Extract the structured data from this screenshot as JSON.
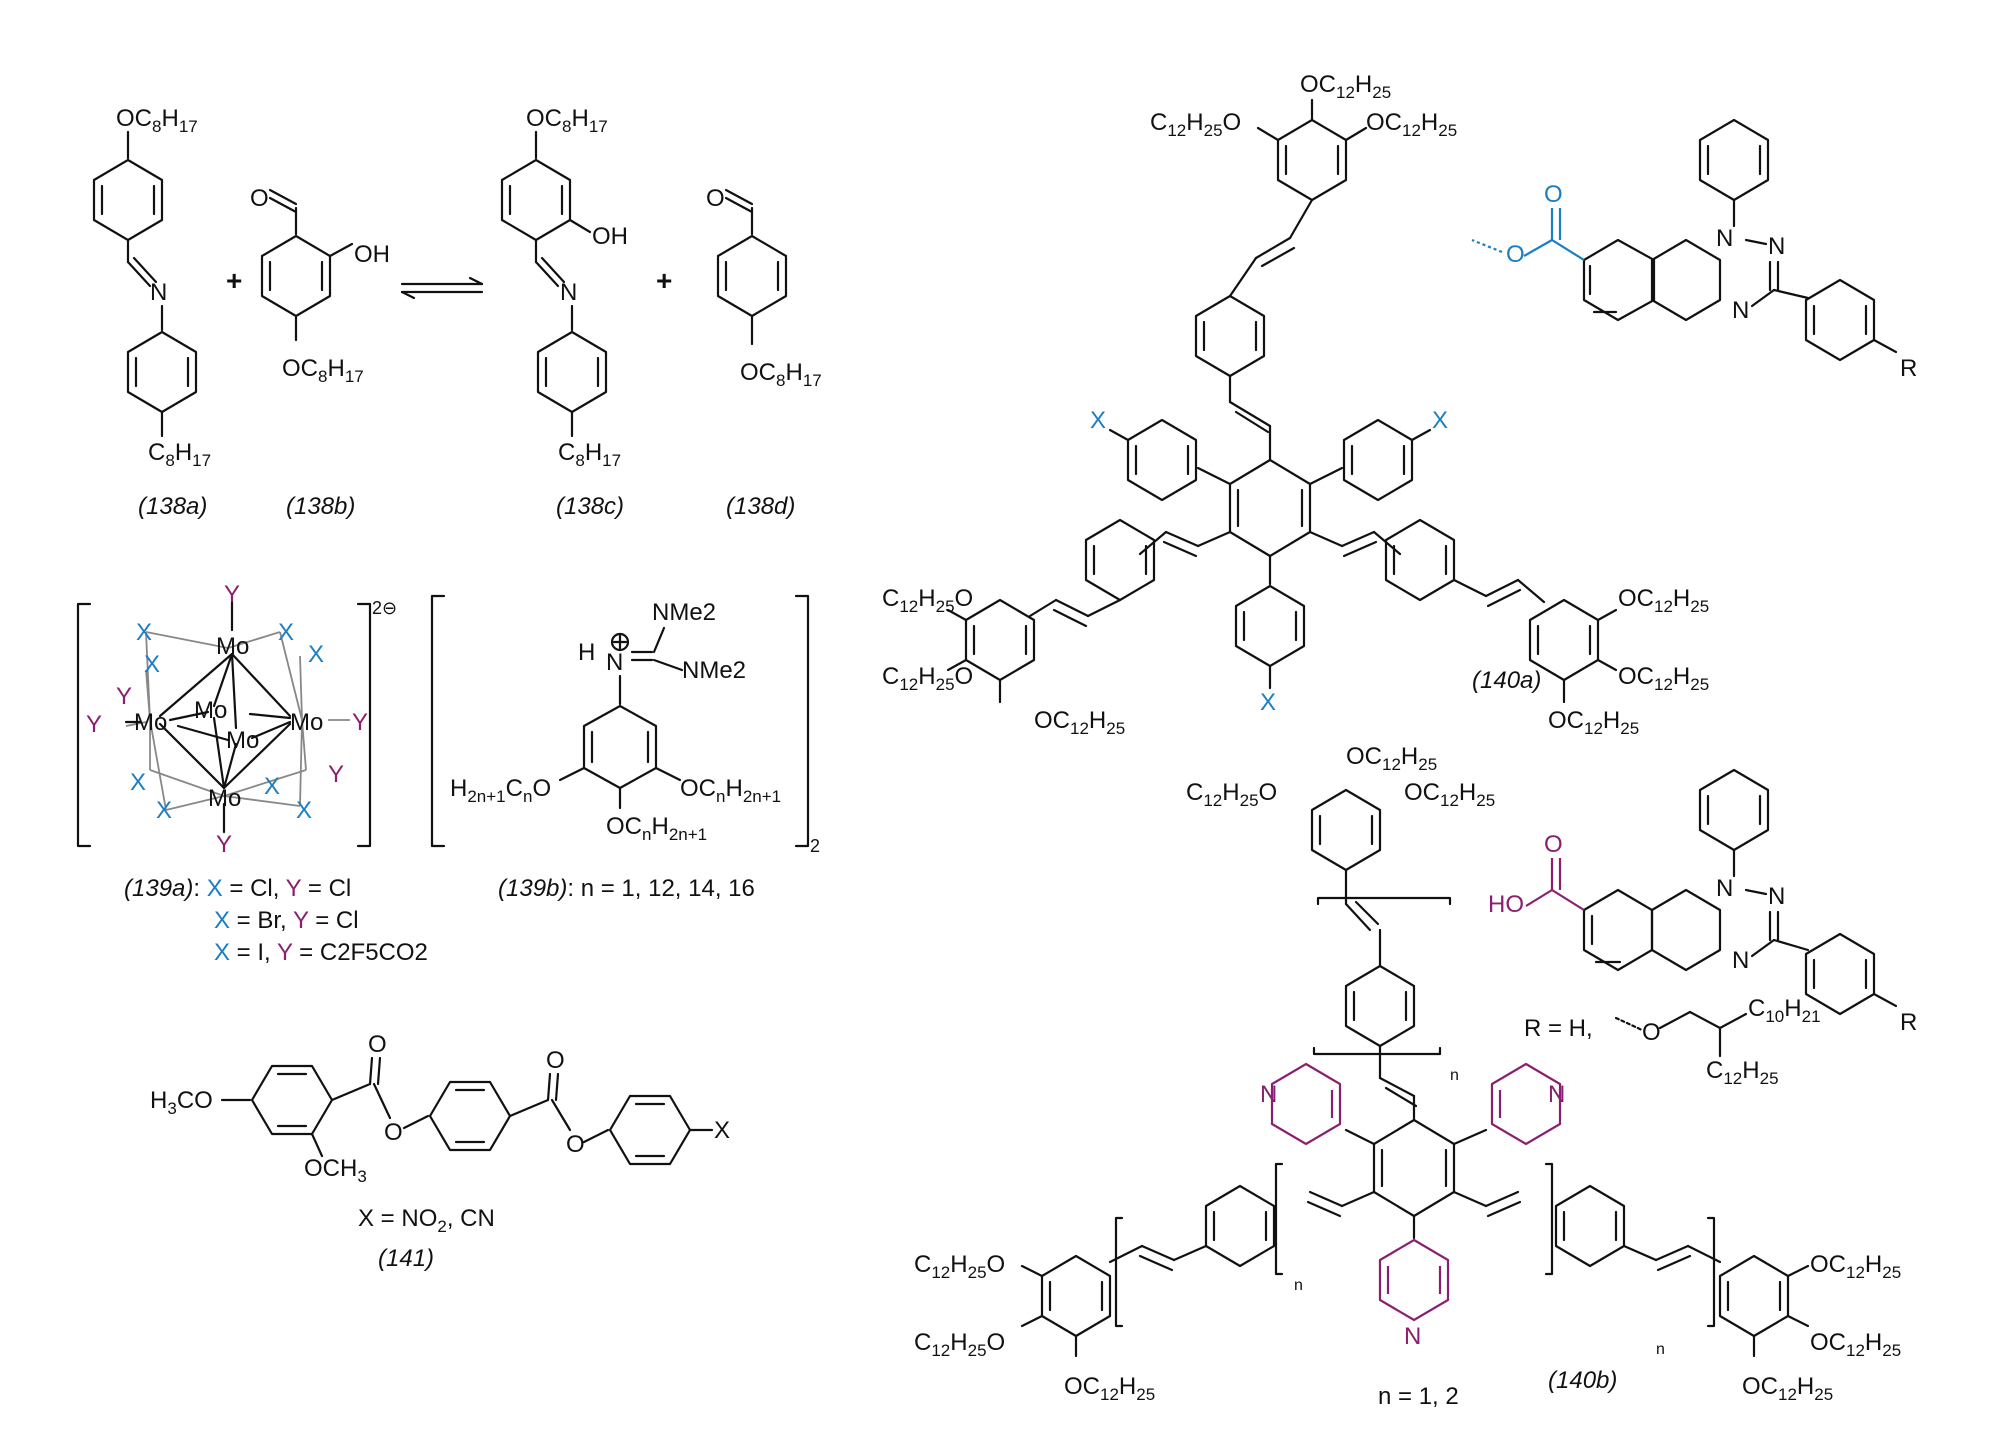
{
  "compounds": {
    "c138a": {
      "label": "(138a)",
      "top_sub": "OC8H17",
      "bottom_sub": "C8H17",
      "linker": "N"
    },
    "c138b": {
      "label": "(138b)",
      "aldehyde": "O",
      "oh": "OH",
      "bottom_sub": "OC8H17"
    },
    "c138c": {
      "label": "(138c)",
      "top_sub": "OC8H17",
      "oh": "OH",
      "linker": "N",
      "bottom_sub": "C8H17"
    },
    "c138d": {
      "label": "(138d)",
      "aldehyde": "O",
      "bottom_sub": "OC8H17"
    },
    "c139a": {
      "label": "(139a)",
      "charge": "2⊖",
      "metal": "Mo",
      "x": "X",
      "y": "Y",
      "variants": [
        {
          "x_text": "X",
          "eq1": " = Cl, ",
          "y_text": "Y",
          "eq2": " = Cl"
        },
        {
          "x_text": "X",
          "eq1": " = Br, ",
          "y_text": "Y",
          "eq2": " = Cl"
        },
        {
          "x_text": "X",
          "eq1": " = I, ",
          "y_text": "Y",
          "eq2": " = C2F5CO2"
        }
      ]
    },
    "c139b": {
      "label": "(139b)",
      "condition": ": n = 1, 12, 14, 16",
      "nme2": "NMe2",
      "h": "H",
      "n": "N",
      "left_sub": "H2n+1CnO",
      "right_sub": "OCnH2n+1",
      "bottom_sub": "OCnH2n+1",
      "count": "2"
    },
    "c140a": {
      "label": "(140a)",
      "x": "X",
      "r": "R",
      "o": "O",
      "n1": "N",
      "n2": "N",
      "n3": "N",
      "chain": "OC12H25",
      "chain_left": "C12H25O"
    },
    "c140b": {
      "label": "(140b)",
      "condition": "n = 1, 2",
      "r_def": "R = H,",
      "sub_a": "C10H21",
      "sub_b": "C12H25",
      "ho": "HO",
      "n": "n",
      "pyr_n": "N"
    },
    "c141": {
      "label": "(141)",
      "condition": "X = NO2, CN",
      "left_sub": "H3CO",
      "ortho_sub": "OCH3",
      "x": "X",
      "o": "O"
    }
  },
  "colors": {
    "blue": "#1a7ec2",
    "purple": "#8b1f6f",
    "black": "#111111"
  }
}
